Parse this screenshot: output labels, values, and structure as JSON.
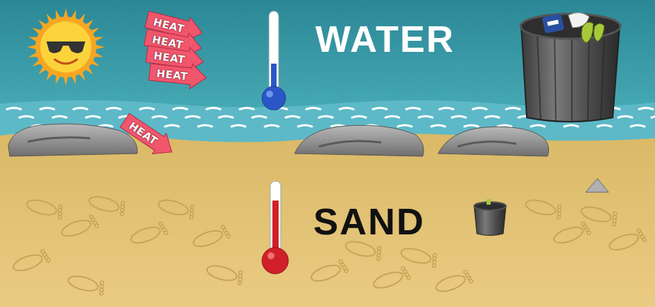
{
  "diagram": {
    "nodes": [
      {
        "text": [
          "HEAT"
        ]
      },
      {
        "text": [
          "HEAT"
        ]
      },
      {
        "text": [
          "HEAT"
        ]
      },
      {
        "text": [
          "HEAT"
        ]
      },
      {
        "text": [
          "HEAT"
        ]
      }
    ],
    "labels": [
      "WATER",
      "SAND"
    ]
  }
}
